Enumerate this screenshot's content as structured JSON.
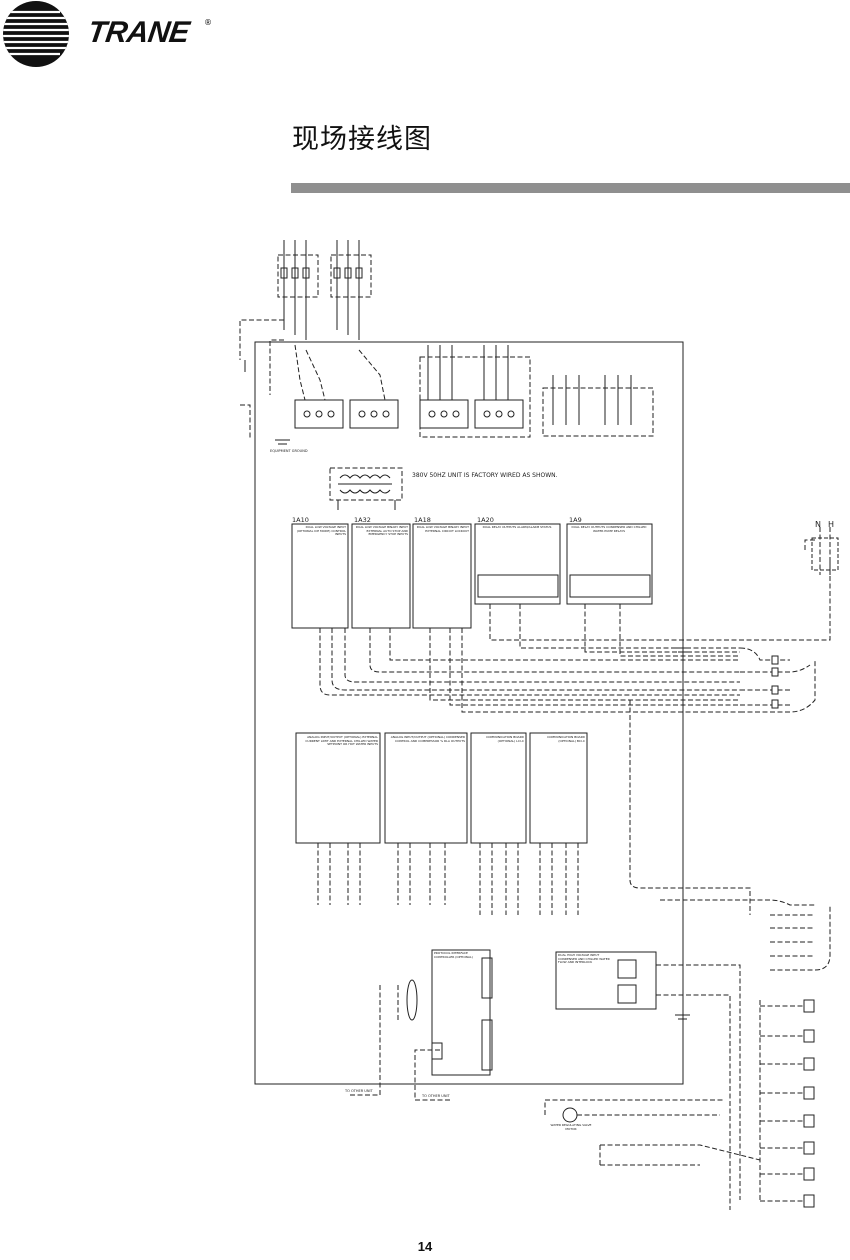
{
  "header": {
    "brand": "TRANE",
    "registered_mark": "®",
    "page_title": "现场接线图"
  },
  "diagram": {
    "factory_note": "380V 50HZ UNIT IS FACTORY WIRED AS SHOWN.",
    "equipment_ground_label": "EQUIPMENT GROUND",
    "neutral_label": "N",
    "hot_label": "H",
    "modules": [
      {
        "id": "1A10",
        "desc": "DUAL LOW VOLTAGE INPUT (OPTIONAL ICE MODE) CONTROL INPUTS"
      },
      {
        "id": "1A32",
        "desc": "DUAL LOW VOLTAGE BINARY INPUT EXTERNAL AUTO STOP AND EMERGENCY STOP INPUTS"
      },
      {
        "id": "1A18",
        "desc": "DUAL LOW VOLTAGE BINARY INPUT EXTERNAL CIRCUIT LOCKOUT"
      },
      {
        "id": "1A20",
        "desc": "DUAL RELAY OUTPUTS ALARM/ALARM STATUS"
      },
      {
        "id": "1A9",
        "desc": "DUAL RELAY OUTPUTS CONDENSER AND CHILLED WATER PUMP RELAYS"
      }
    ],
    "lower_modules": [
      {
        "desc": "ANALOG INPUT/OUTPUT (OPTIONAL) EXTERNAL CURRENT LIMIT AND EXTERNAL CHILLED WATER SETPOINT OR HOT WATER INPUTS"
      },
      {
        "desc": "ANALOG INPUT/OUTPUT (OPTIONAL) CONDENSER CONTROL AND COMPRESSOR % RLA OUTPUTS"
      },
      {
        "desc": "COMMUNICATION BOARD (OPTIONAL) LCI-C"
      },
      {
        "desc": "COMMUNICATION BOARD (OPTIONAL) BCI-C"
      }
    ],
    "protocol_module": "PROTOCOL INTERFACE CONTROLLER (OPTIONAL)",
    "flow_module": "DUAL HIGH VOLTAGE INPUT CONDENSER AND CHILLED WATER FLOW AND INTERLOCK",
    "to_other_unit_1": "TO OTHER UNIT",
    "to_other_unit_2": "TO OTHER UNIT",
    "water_valve_label": "WATER REGULATING VALVE MOTOR"
  },
  "footer": {
    "page_number": "14"
  }
}
